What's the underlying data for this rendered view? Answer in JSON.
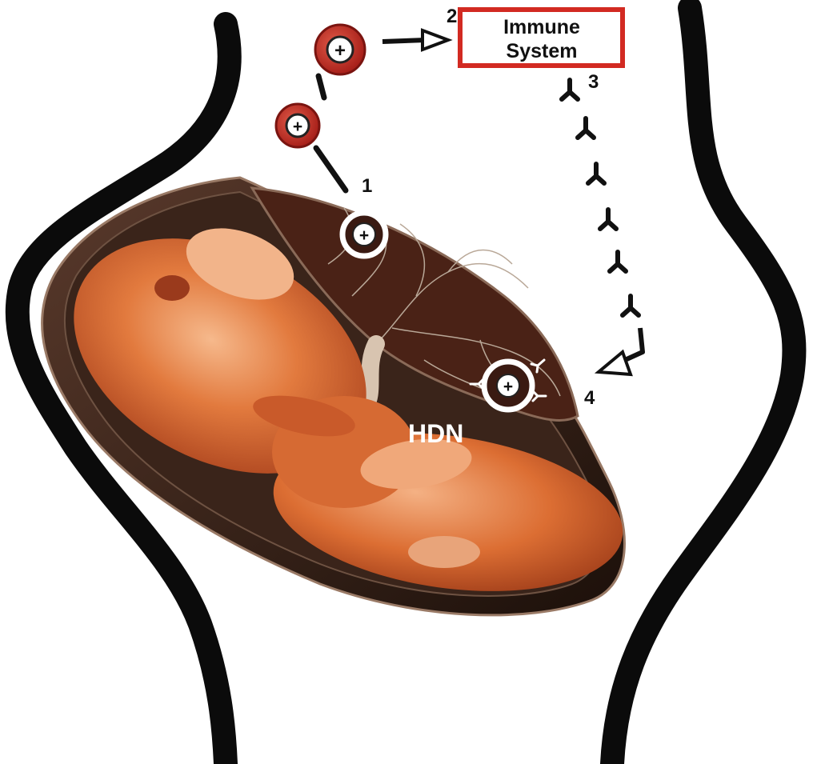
{
  "labels": {
    "step1": "1",
    "step2": "2",
    "step3": "3",
    "step4": "4",
    "immune_line1": "Immune",
    "immune_line2": "System",
    "hdn": "HDN",
    "rh_positive_sign": "+"
  },
  "colors": {
    "body_outline": "#0b0b0b",
    "immune_box_border": "#d22a22",
    "rh_cell_fill": "#c8322a",
    "fetus_skin": "#e0763c",
    "uterus_dark": "#2a1a12",
    "placenta": "#4a2216"
  },
  "icons": {
    "maternal_cells": "rh-positive-red-cell-icon",
    "antibodies": "antibody-y-icon",
    "fetal_cells": "rh-positive-fetal-cell-icon"
  }
}
